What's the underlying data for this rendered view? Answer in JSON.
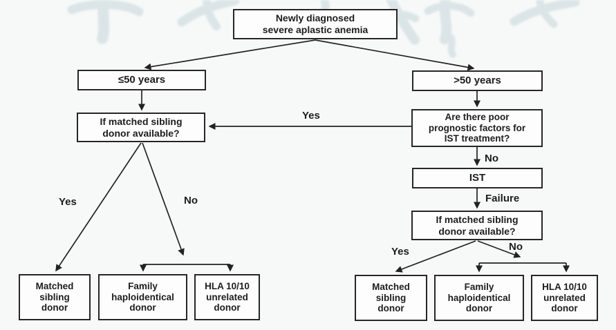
{
  "figure": {
    "background_color": "#f7f8f8",
    "box_fill": "#fdfdfd",
    "line_color": "#222222",
    "watermark": {
      "text": "中華醫學會",
      "color": "#d9e4e6"
    }
  },
  "diagram": {
    "type": "flowchart",
    "nodes": {
      "root": {
        "label": "Newly diagnosed\nsevere aplastic anemia"
      },
      "age_le_50": {
        "label": "≤50 years"
      },
      "age_gt_50": {
        "label": ">50 years"
      },
      "msd_question_left": {
        "label": "If matched sibling\ndonor available?"
      },
      "poor_prognostic": {
        "label": "Are there poor\nprognostic factors for\nIST treatment?"
      },
      "ist": {
        "label": "IST"
      },
      "msd_question_right": {
        "label": "If matched sibling\ndonor available?"
      },
      "matched_sibling_left": {
        "label": "Matched\nsibling\ndonor"
      },
      "family_haplo_left": {
        "label": "Family\nhaploidentical\ndonor"
      },
      "hla_unrelated_left": {
        "label": "HLA 10/10\nunrelated\ndonor"
      },
      "matched_sibling_right": {
        "label": "Matched\nsibling\ndonor"
      },
      "family_haplo_right": {
        "label": "Family\nhaploidentical\ndonor"
      },
      "hla_unrelated_right": {
        "label": "HLA 10/10\nunrelated\ndonor"
      }
    },
    "edge_labels": {
      "yes_center": "Yes",
      "no_to_ist": "No",
      "failure": "Failure",
      "yes_left": "Yes",
      "no_left": "No",
      "yes_right": "Yes",
      "no_right": "No"
    }
  }
}
